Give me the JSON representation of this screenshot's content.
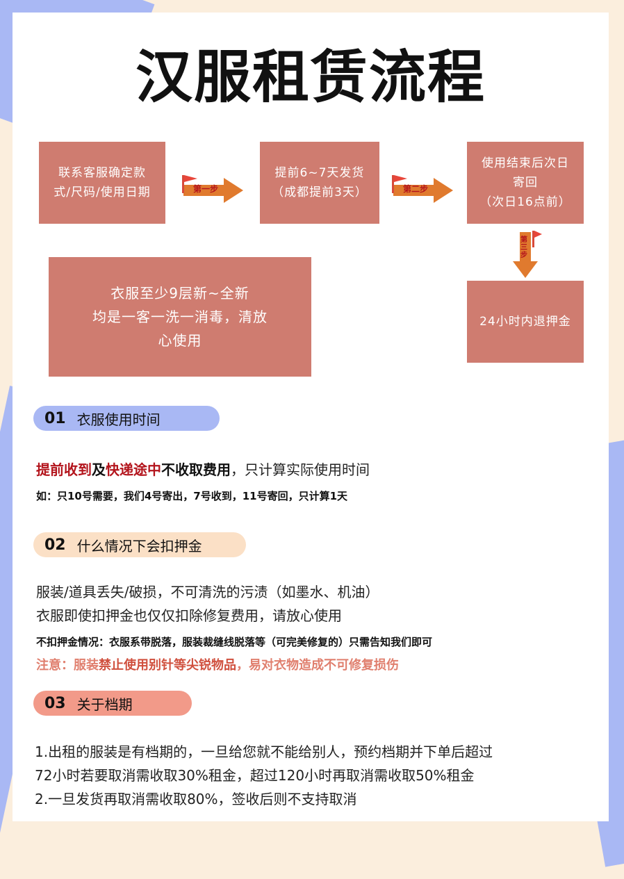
{
  "title": "汉服租赁流程",
  "flow": {
    "box1": "联系客服确定款\n式/尺码/使用日期",
    "arrow1": "第一步",
    "box2": "提前6~7天发货\n（成都提前3天）",
    "arrow2": "第二步",
    "box3": "使用结束后次日\n寄回\n（次日16点前）",
    "arrow3": "第三步",
    "box4": "24小时内退押金",
    "note": "衣服至少9层新~全新\n均是一客一洗一消毒，清放\n心使用"
  },
  "colors": {
    "box": "#cf7c70",
    "arrow": "#e07a2e",
    "pill1": "#a9b8f4",
    "pill2": "#fbe0c6",
    "pill3": "#f29a89"
  },
  "sec1": {
    "num": "01",
    "label": "衣服使用时间",
    "line1_red1": "提前收到",
    "line1_mid1": "及",
    "line1_red2": "快递途中",
    "line1_bold": "不收取费用",
    "line1_rest": "，只计算实际使用时间",
    "line2": "如：只10号需要，我们4号寄出，7号收到，11号寄回，只计算1天"
  },
  "sec2": {
    "num": "02",
    "label": "什么情况下会扣押金",
    "line1": "服装/道具丢失/破损，不可清洗的污渍（如墨水、机油）",
    "line2": "衣服即使扣押金也仅仅扣除修复费用，请放心使用",
    "line3": "不扣押金情况：衣服系带脱落，服装裁缝线脱落等（可完美修复的）只需告知我们即可",
    "warn1": "注意：服装",
    "warn2": "禁止使用别针等尖锐物品",
    "warn3": "，易对衣物造成不可修复损伤"
  },
  "sec3": {
    "num": "03",
    "label": "关于档期",
    "line1": "1.出租的服装是有档期的，一旦给您就不能给别人，预约档期并下单后超过",
    "line2": "72小时若要取消需收取30%租金，超过120小时再取消需收取50%租金",
    "line3": "2.一旦发货再取消需收取80%，签收后则不支持取消"
  }
}
